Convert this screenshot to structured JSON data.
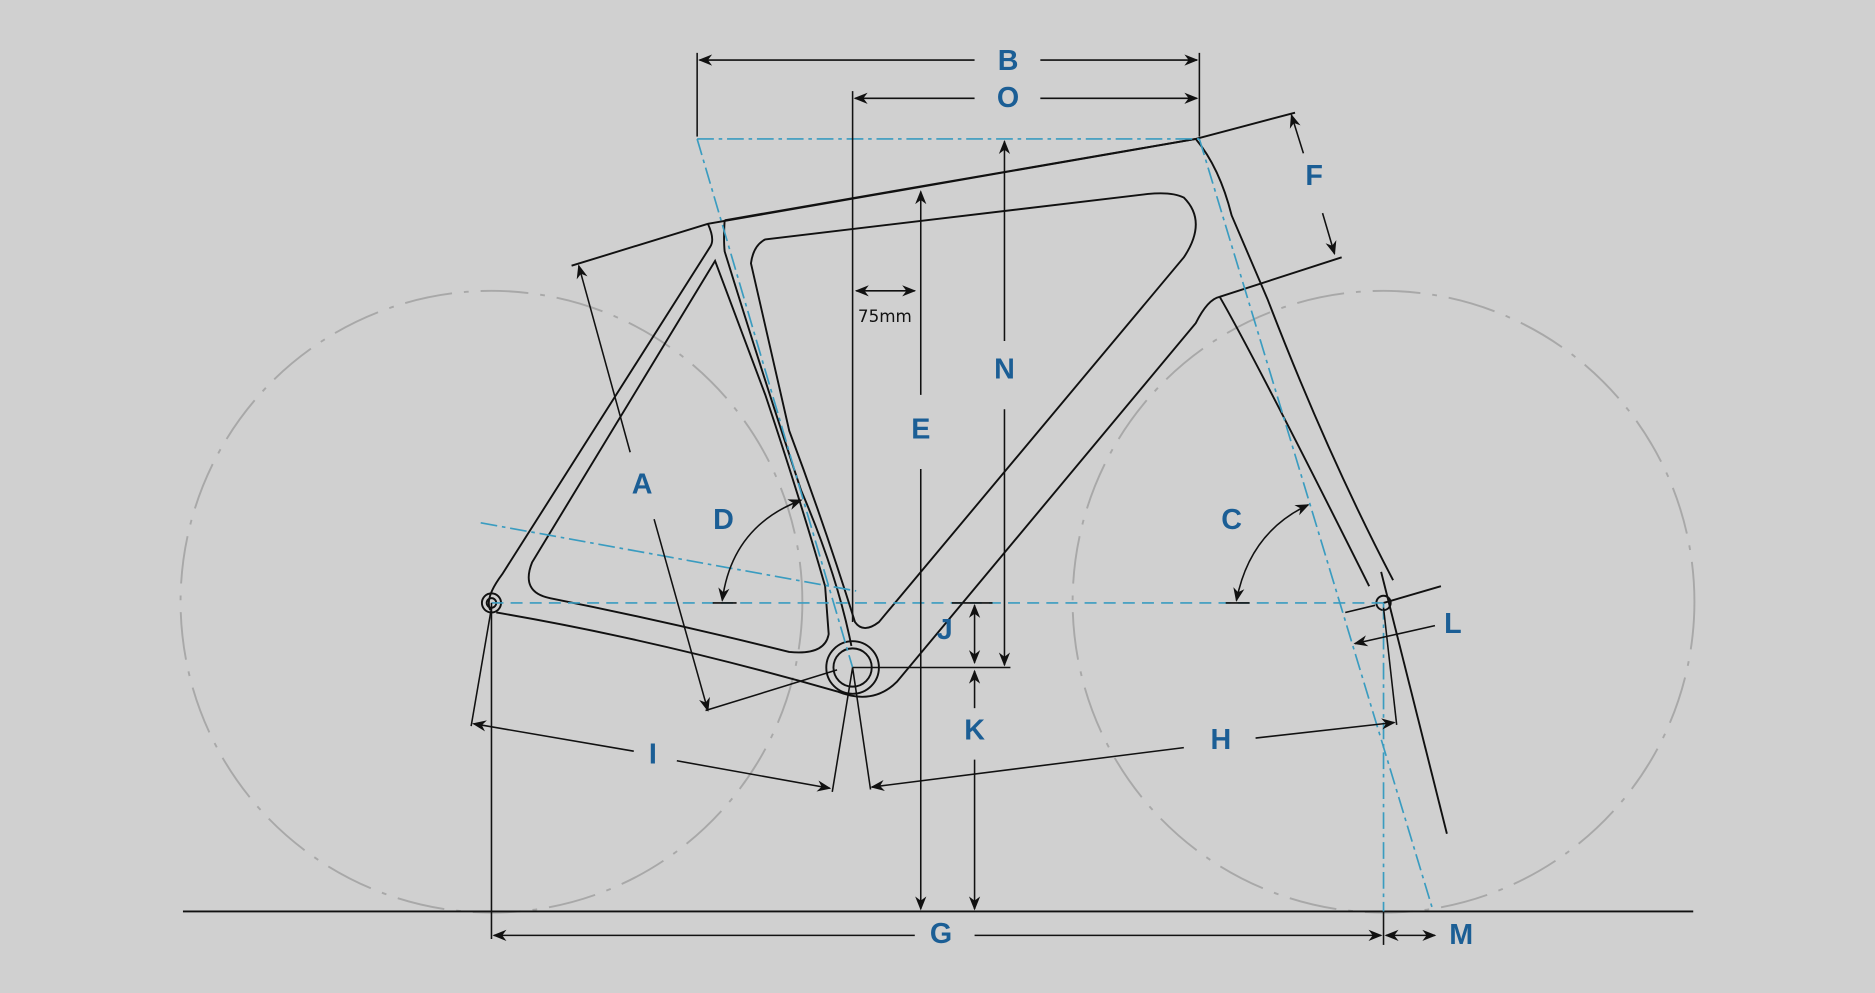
{
  "diagram": {
    "title": "Bike frame geometry",
    "labels": {
      "A": "A",
      "B": "B",
      "C": "C",
      "D": "D",
      "E": "E",
      "F": "F",
      "G": "G",
      "H": "H",
      "I": "I",
      "J": "J",
      "K": "K",
      "L": "L",
      "M": "M",
      "N": "N",
      "O": "O"
    },
    "annotation_75mm": "75mm",
    "colors": {
      "background": "#d0d0d0",
      "label": "#1b5e95",
      "centerline": "#3a9cc0",
      "frame": "#111111",
      "wheel": "#a8a8a8"
    }
  }
}
